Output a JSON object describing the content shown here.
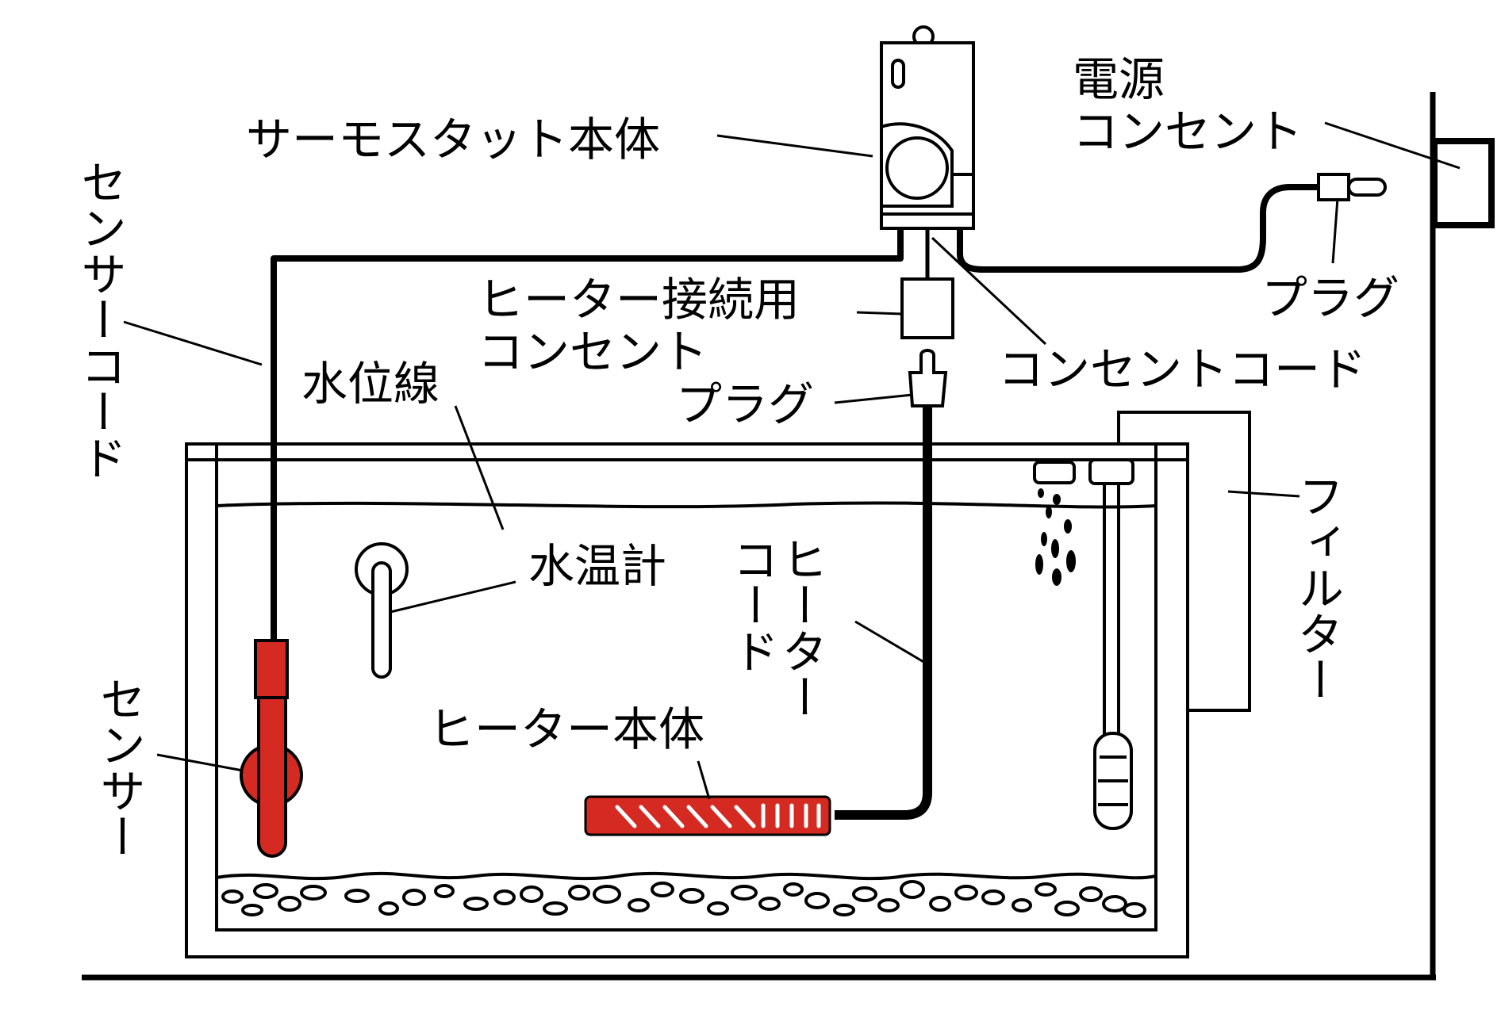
{
  "colors": {
    "stroke": "#000000",
    "background": "#ffffff",
    "accent_red": "#d42a22"
  },
  "labels": {
    "thermostat_body": "サーモスタット本体",
    "power_outlet_line1": "電源",
    "power_outlet_line2": "コンセント",
    "plug_right": "プラグ",
    "heater_outlet_line1": "ヒーター接続用",
    "heater_outlet_line2": "コンセント",
    "outlet_cord": "コンセントコード",
    "plug_middle": "プラグ",
    "sensor_cord": "センサーコード",
    "water_line": "水位線",
    "thermometer": "水温計",
    "heater_cord_col1": "ヒーター",
    "heater_cord_col2": "コード",
    "filter": "フィルター",
    "heater_body": "ヒーター本体",
    "sensor": "センサー"
  },
  "icons": {
    "thermostat": "thermostat-unit-icon",
    "wall_outlet": "wall-outlet-icon",
    "heater_outlet": "heater-outlet-icon",
    "plug": "plug-icon",
    "sensor": "sensor-probe-icon",
    "thermometer": "thermometer-icon",
    "heater": "heater-tube-icon",
    "filter": "filter-unit-icon",
    "gravel": "gravel-icon",
    "bubbles": "bubbles-icon"
  }
}
